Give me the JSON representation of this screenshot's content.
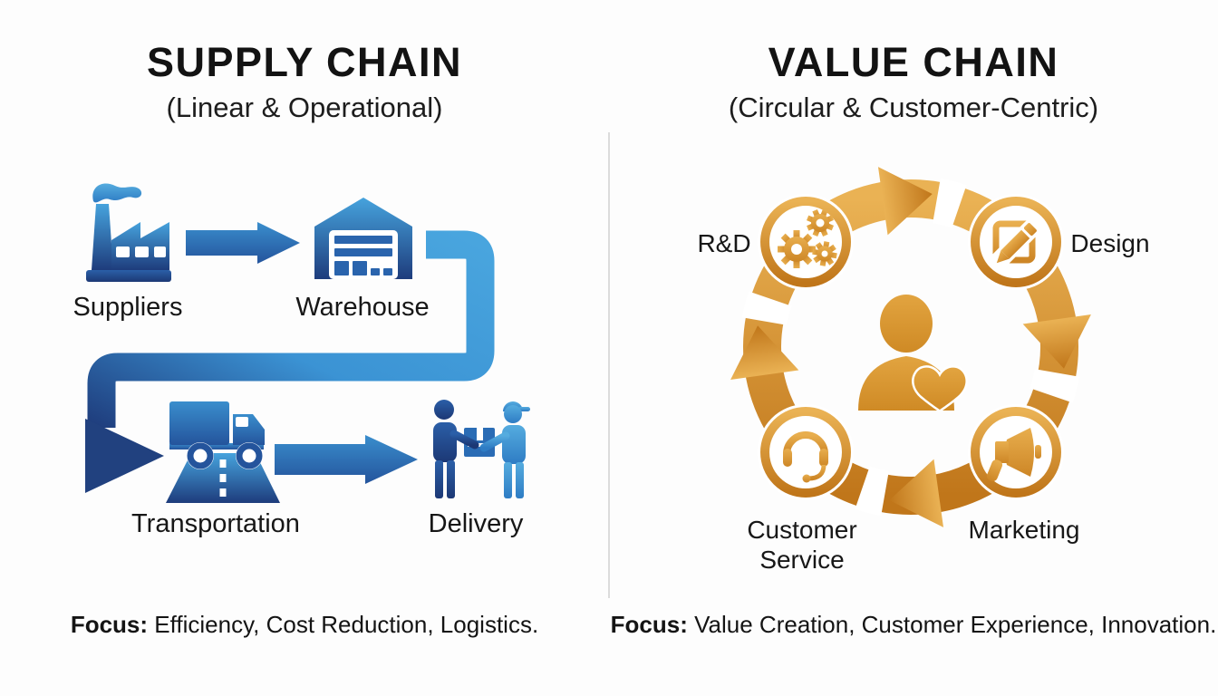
{
  "left_panel": {
    "title": "SUPPLY CHAIN",
    "subtitle": "(Linear & Operational)",
    "nodes": [
      {
        "label": "Suppliers",
        "icon": "factory-icon"
      },
      {
        "label": "Warehouse",
        "icon": "warehouse-icon"
      },
      {
        "label": "Transportation",
        "icon": "truck-road-icon"
      },
      {
        "label": "Delivery",
        "icon": "package-handoff-icon"
      }
    ],
    "focus": {
      "label": "Focus:",
      "text": "Efficiency, Cost Reduction, Logistics."
    },
    "accent_color_light": "#46a3dd",
    "accent_color_dark": "#1e3c7c"
  },
  "right_panel": {
    "title": "VALUE CHAIN",
    "subtitle": "(Circular & Customer-Centric)",
    "nodes": [
      {
        "label": "R&D",
        "icon": "gears-icon"
      },
      {
        "label": "Design",
        "icon": "edit-square-icon"
      },
      {
        "label": "Marketing",
        "icon": "megaphone-icon"
      },
      {
        "label": "Customer Service",
        "label_line1": "Customer",
        "label_line2": "Service",
        "icon": "headset-icon"
      }
    ],
    "center_icon": "customer-heart-icon",
    "cycle_direction": "clockwise",
    "focus": {
      "label": "Focus:",
      "text": "Value Creation, Customer Experience, Innovation."
    },
    "accent_color_light": "#eab254",
    "accent_color_dark": "#c0761a"
  }
}
